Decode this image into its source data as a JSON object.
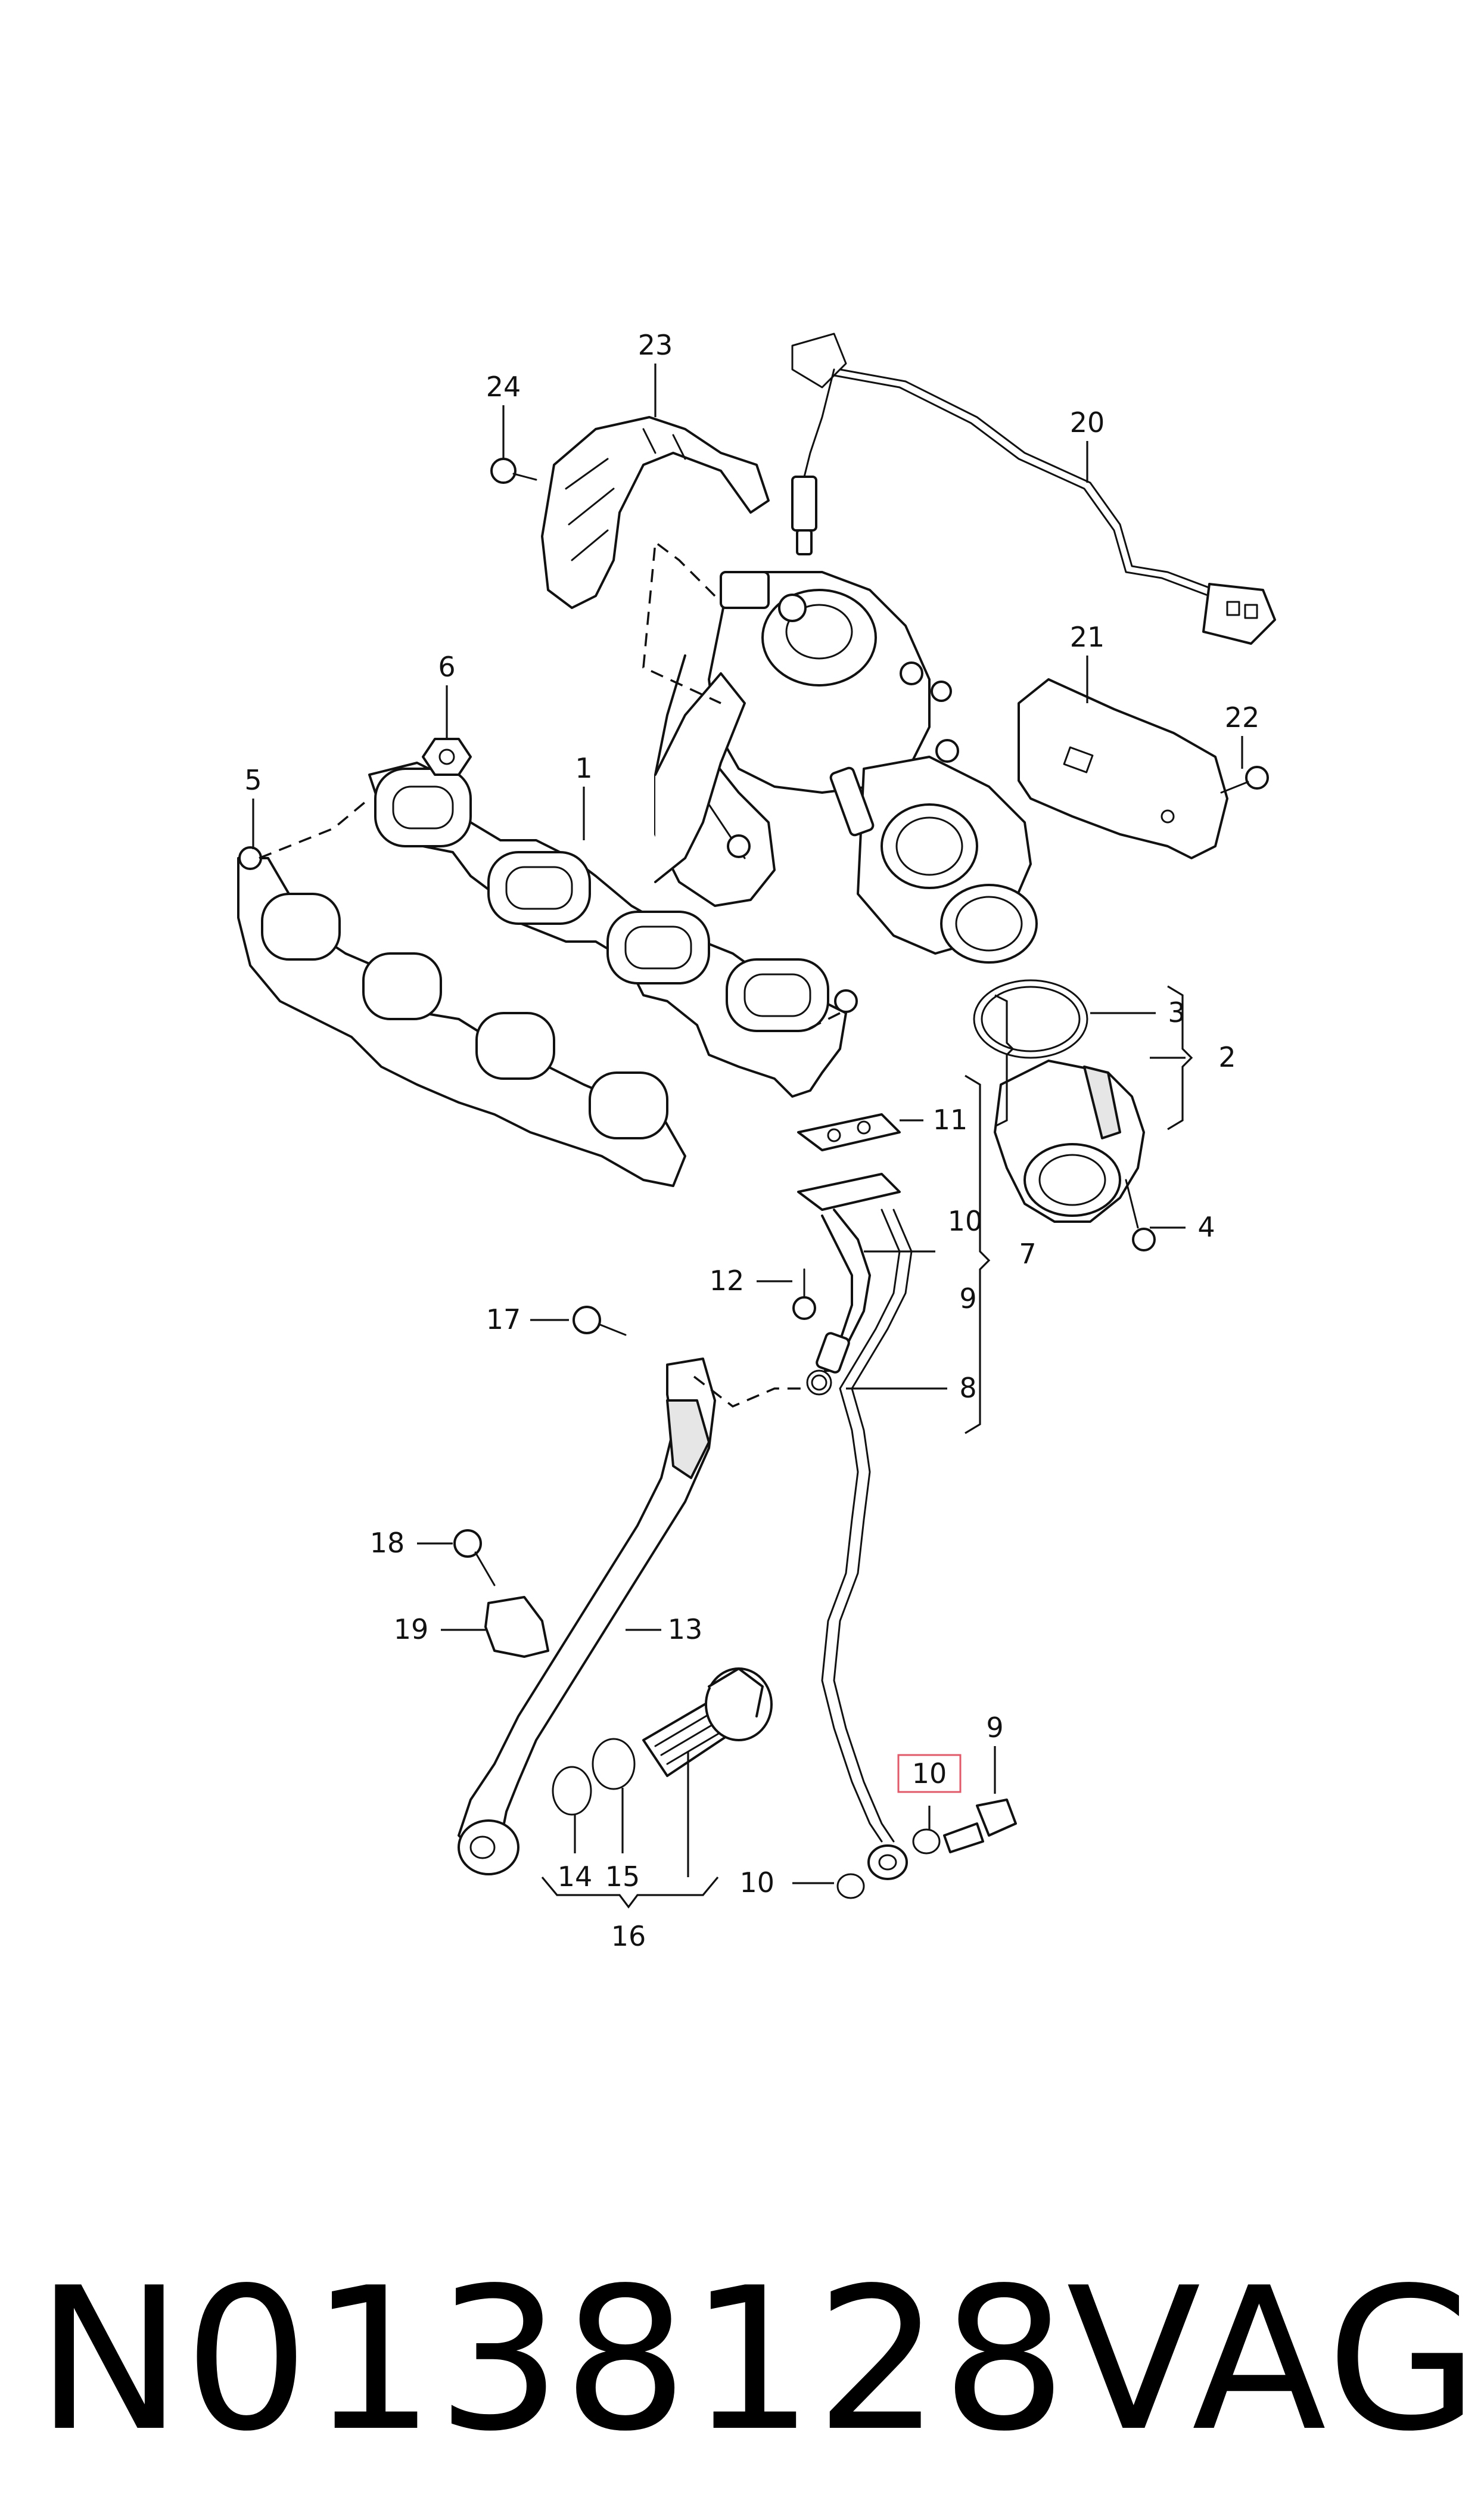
{
  "diagram": {
    "callouts": [
      "23",
      "24",
      "20",
      "6",
      "21",
      "22",
      "5",
      "1",
      "3",
      "2",
      "11",
      "4",
      "10",
      "7",
      "12",
      "9",
      "17",
      "8",
      "18",
      "13",
      "19",
      "14",
      "15",
      "16",
      "10",
      "9",
      "10"
    ],
    "highlighted_callout": "10",
    "highlight_color": "#e05a6a"
  },
  "footer": {
    "part_number": "N0138128",
    "brand": "VAG"
  }
}
